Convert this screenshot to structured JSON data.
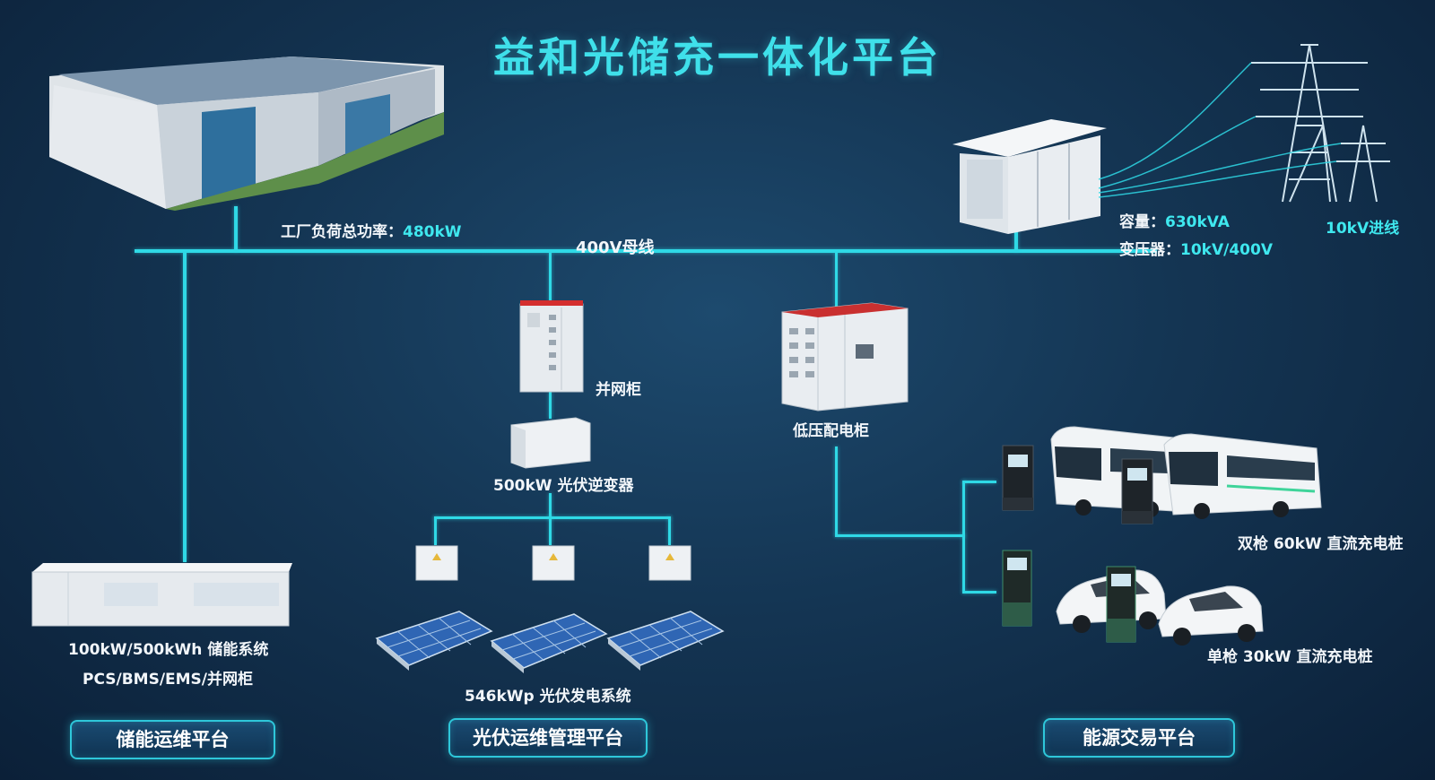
{
  "title": "益和光储充一体化平台",
  "factory": {
    "load_label": "工厂负荷总功率：",
    "load_value": "480kW"
  },
  "bus_label": "400V母线",
  "transformer": {
    "capacity_label": "容量：",
    "capacity_value": "630kVA",
    "ratio_label": "变压器：",
    "ratio_value": "10kV/400V"
  },
  "grid_label": "10kV进线",
  "grid_cabinet_label": "并网柜",
  "inverter_label": "500kW 光伏逆变器",
  "pv_system_label": "546kWp 光伏发电系统",
  "lv_cabinet_label": "低压配电柜",
  "storage": {
    "line1": "100kW/500kWh 储能系统",
    "line2": "PCS/BMS/EMS/并网柜"
  },
  "charger_dual_label": "双枪 60kW 直流充电桩",
  "charger_single_label": "单枪 30kW 直流充电桩",
  "platforms": {
    "storage_ops": "储能运维平台",
    "pv_ops": "光伏运维管理平台",
    "energy_trade": "能源交易平台"
  },
  "colors": {
    "accent": "#3fe0ea",
    "wire": "#2fd9e6",
    "background": "#143553"
  }
}
